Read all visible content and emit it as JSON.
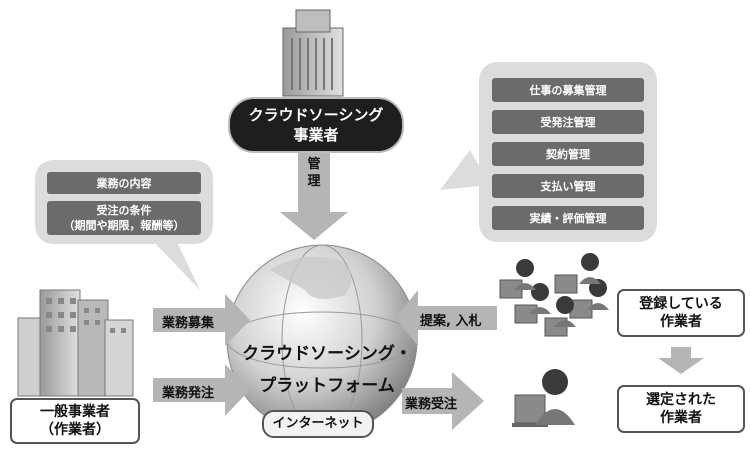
{
  "operator": {
    "line1": "クラウドソーシング",
    "line2": "事業者"
  },
  "management_label": {
    "line1": "管",
    "line2": "理"
  },
  "management_items": [
    "仕事の募集管理",
    "受発注管理",
    "契約管理",
    "支払い管理",
    "実績・評価管理"
  ],
  "job_info_items": [
    {
      "line1": "業務の内容",
      "line2": ""
    },
    {
      "line1": "受注の条件",
      "line2": "（期間や期限，報酬等）"
    }
  ],
  "platform": {
    "line1": "クラウドソーシング・",
    "line2": "プラットフォーム",
    "badge": "インターネット"
  },
  "arrows": {
    "recruit": "業務募集",
    "order": "業務発注",
    "proposal": "提案, 入札",
    "receive": "業務受注"
  },
  "client": {
    "line1": "一般事業者",
    "line2": "（作業者）"
  },
  "registered_workers": {
    "line1": "登録している",
    "line2": "作業者"
  },
  "selected_workers": {
    "line1": "選定された",
    "line2": "作業者"
  },
  "colors": {
    "pill": "#6b6b6b",
    "bubble": "#dcdcdc",
    "arrow": "#b5b5b5",
    "dark_box": "#1e1e1e"
  }
}
